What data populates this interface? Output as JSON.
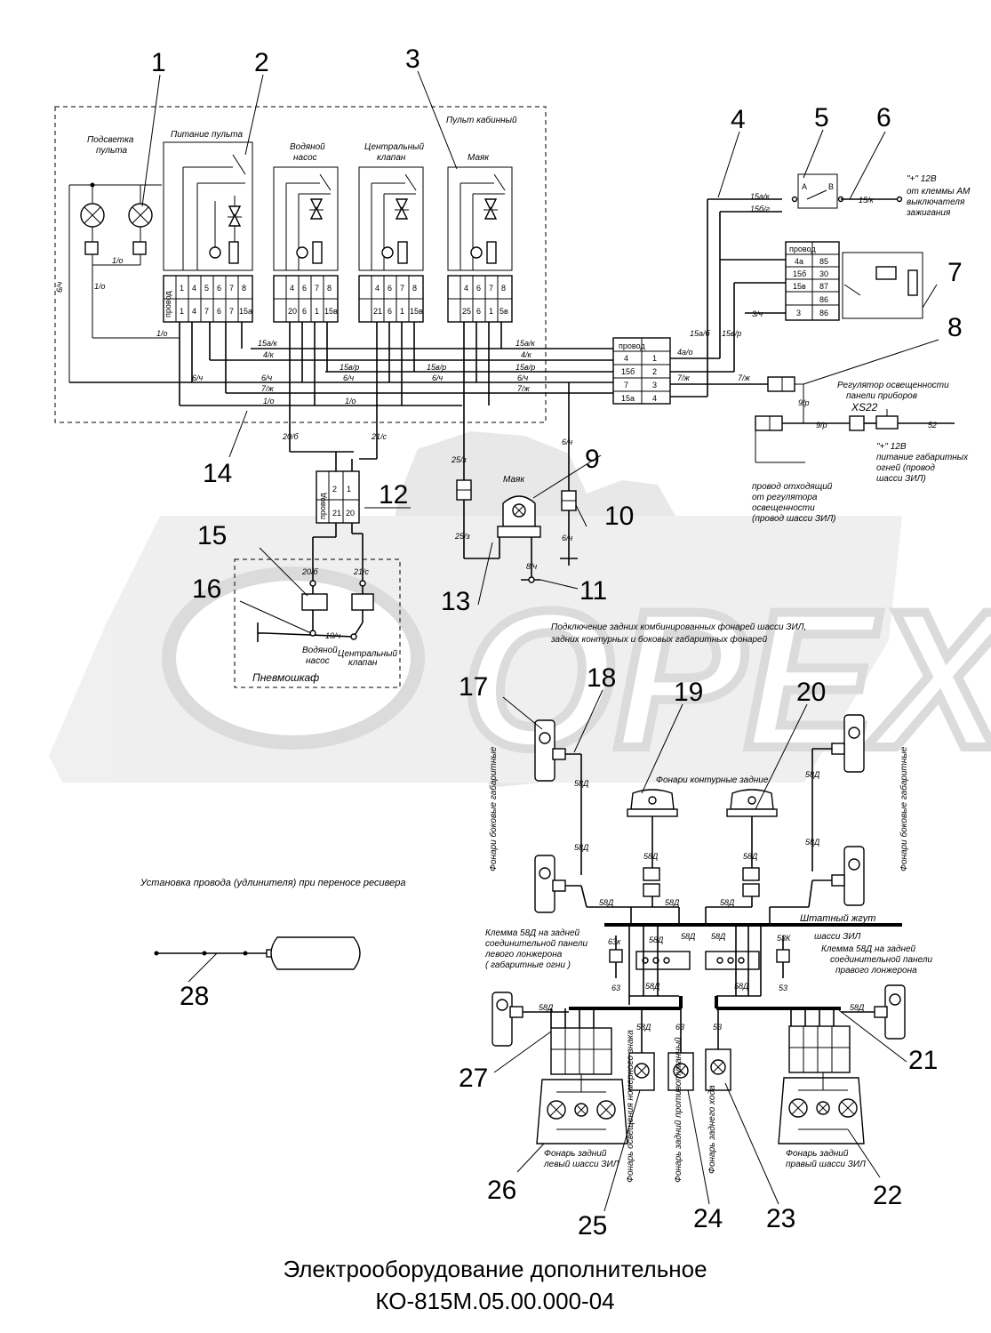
{
  "callouts": [
    "1",
    "2",
    "3",
    "4",
    "5",
    "6",
    "7",
    "8",
    "9",
    "10",
    "11",
    "12",
    "13",
    "14",
    "15",
    "16",
    "17",
    "18",
    "19",
    "20",
    "21",
    "22",
    "23",
    "24",
    "25",
    "26",
    "27",
    "28"
  ],
  "watermark": "OPEX",
  "title": {
    "line1": "Электрооборудование дополнительное",
    "line2": "КО-815М.05.00.000-04"
  },
  "labels": {
    "panel_cabin": "Пульт кабинный",
    "backlight": [
      "Подсветка",
      "пульта"
    ],
    "panel_power": "Питание пульта",
    "water_pump": [
      "Водяной",
      "насос"
    ],
    "central_valve": [
      "Центральный",
      "клапан"
    ],
    "beacon": "Маяк",
    "beacon_lamp": "Маяк",
    "plus12_ignition": [
      "\"+\" 12В",
      "от клеммы АМ",
      "выключателя",
      "зажигания"
    ],
    "brightness_regulator": [
      "Регулятор освещенности",
      "панели приборов"
    ],
    "xs22": "XS22",
    "plus12_markers": [
      "\"+\" 12В",
      "питание габаритных",
      "огней (провод",
      "шасси ЗИЛ)"
    ],
    "regulator_wire": [
      "провод отходящий",
      "от регулятора",
      "освещенности",
      "(провод шасси ЗИЛ)"
    ],
    "pneumo_cabinet": "Пневмошкаф",
    "pump_small": [
      "Водяной",
      "насос"
    ],
    "valve_small": [
      "Центральный",
      "клапан"
    ],
    "rear_lights_connection": [
      "Подключение задних комбинированных фонарей шасси ЗИЛ,",
      "задних контурных и боковых габаритных фонарей"
    ],
    "contour_rear": "Фонари контурные задние",
    "side_markers_left": "Фонари боковые габаритные",
    "side_markers_right": "Фонари боковые габаритные",
    "receiver_note": "Установка провода (удлинителя) при переносе ресивера",
    "std_harness": [
      "Штатный жгут",
      "шасси ЗИЛ"
    ],
    "clamp_left": [
      "Клемма 58Д на задней",
      "соединительной панели",
      "левого лонжерона",
      "( габаритные огни )"
    ],
    "clamp_right": [
      "Клемма 58Д на задней",
      "соединительной панели",
      "правого лонжерона"
    ],
    "rear_left_lamp": [
      "Фонарь задний",
      "левый шасси ЗИЛ"
    ],
    "rear_right_lamp": [
      "Фонарь задний",
      "правый шасси ЗИЛ"
    ],
    "plate_lamp": "Фонарь освещения номерного знака",
    "fog_lamp": "Фонарь задний противотуманный",
    "reverse_lamp": "Фонарь заднего хода",
    "wire_tag": "провод"
  },
  "wires": {
    "w1o": "1/о",
    "w4k": "4/к",
    "w6ch": "6/ч",
    "w7zh": "7/ж",
    "w9r": "9/р",
    "w15ak": "15а/к",
    "w15bg": "15б/г",
    "w15vr": "15в/р",
    "w15k": "15/к",
    "w20b": "20/б",
    "w21s": "21/с",
    "w25z": "25/з",
    "w8ch": "8/ч",
    "w10ch": "10/ч",
    "w3ch": "3/ч",
    "w4ao": "4а/о",
    "w15ab": "15а/б",
    "w15vp": "15в/р",
    "w52": "52",
    "w58d": "58Д",
    "w63": "63",
    "w63k": "63к",
    "w53": "53",
    "w53k": "53К"
  },
  "pins": {
    "rowA": [
      "1",
      "4",
      "5",
      "6",
      "7",
      "8"
    ],
    "rowB": [
      "1",
      "4",
      "7",
      "6",
      "7",
      "15а"
    ],
    "pumpA": [
      "4",
      "6",
      "7",
      "8"
    ],
    "pumpB": [
      "20",
      "6",
      "1",
      "15в"
    ],
    "valveA": [
      "4",
      "6",
      "7",
      "8"
    ],
    "valveB": [
      "21",
      "6",
      "1",
      "15в"
    ],
    "beaconA": [
      "4",
      "6",
      "7",
      "8"
    ],
    "beaconB": [
      "25",
      "6",
      "1",
      "5в"
    ],
    "relayTbl": [
      "4а",
      "15б",
      "15в",
      "3",
      "85",
      "30",
      "87",
      "86",
      "86"
    ],
    "junction": [
      "4",
      "15б",
      "7",
      "15а",
      "1",
      "2",
      "3",
      "4"
    ],
    "conn20": [
      "1",
      "2",
      "21",
      "20"
    ],
    "relayA": "A",
    "relayB": "B"
  }
}
